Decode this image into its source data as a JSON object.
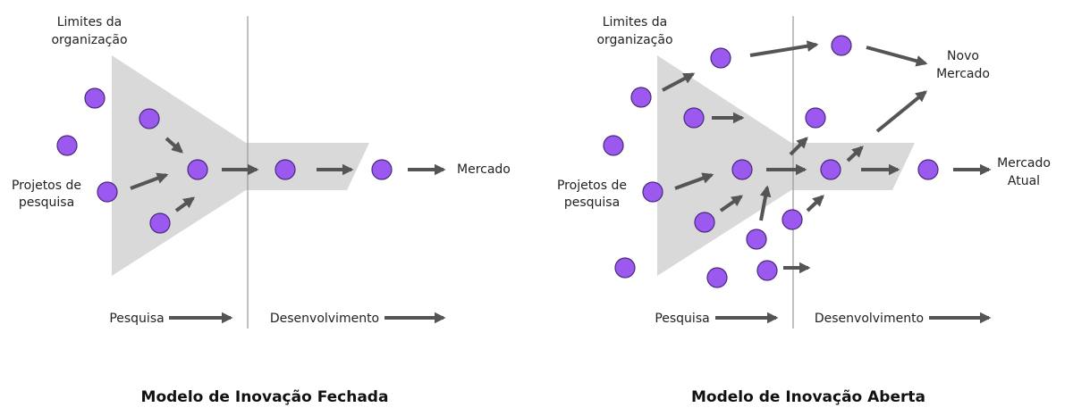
{
  "colors": {
    "funnel": "#d9d9d9",
    "node": "#9b59f0",
    "node_stroke": "#4a2a7a",
    "arrow": "#555555",
    "divider": "#999999"
  },
  "closed_model": {
    "title": "Modelo de Inovação Fechada",
    "boundary_label_1": "Limites da",
    "boundary_label_2": "organização",
    "projects_label_1": "Projetos de",
    "projects_label_2": "pesquisa",
    "market_label": "Mercado",
    "phase_research": "Pesquisa",
    "phase_development": "Desenvolvimento"
  },
  "open_model": {
    "title": "Modelo de Inovação Aberta",
    "boundary_label_1": "Limites da",
    "boundary_label_2": "organização",
    "projects_label_1": "Projetos de",
    "projects_label_2": "pesquisa",
    "new_market_label_1": "Novo",
    "new_market_label_2": "Mercado",
    "current_market_label_1": "Mercado",
    "current_market_label_2": "Atual",
    "phase_research": "Pesquisa",
    "phase_development": "Desenvolvimento"
  }
}
